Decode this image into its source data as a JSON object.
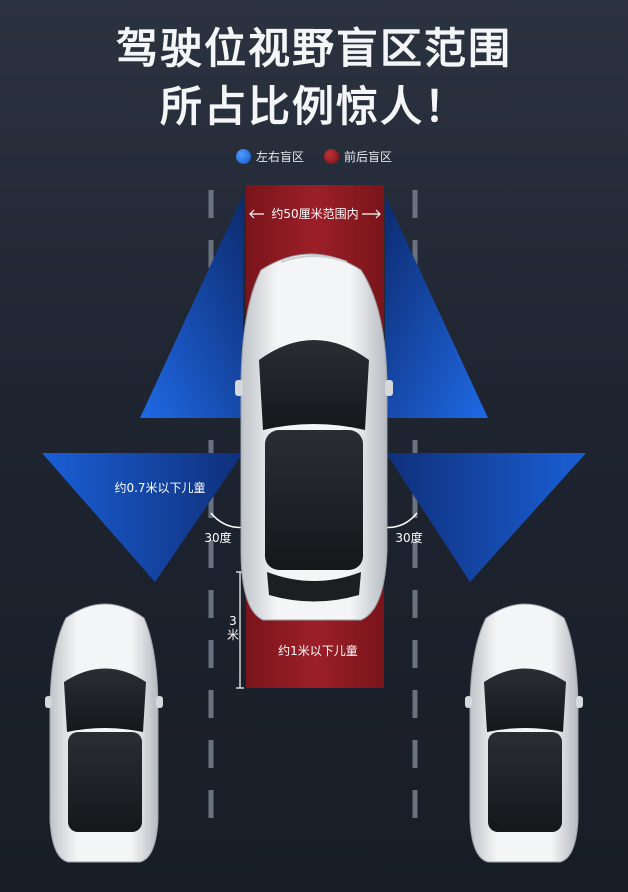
{
  "title": {
    "line1": "驾驶位视野盲区范围",
    "line2": "所占比例惊人！"
  },
  "legend": [
    {
      "label": "左右盲区",
      "color": "#1e6de0"
    },
    {
      "label": "前后盲区",
      "color": "#8c1a22"
    }
  ],
  "labels": {
    "front_range": "约50厘米范围内",
    "side_child": "约0.7米以下儿童",
    "angle_left": "30度",
    "angle_right": "30度",
    "rear_distance": "3米",
    "rear_child": "约1米以下儿童"
  },
  "colors": {
    "side_blind": "#1e6de0",
    "front_rear_blind": "#8c1a22",
    "lane_line": "#6a7280"
  }
}
